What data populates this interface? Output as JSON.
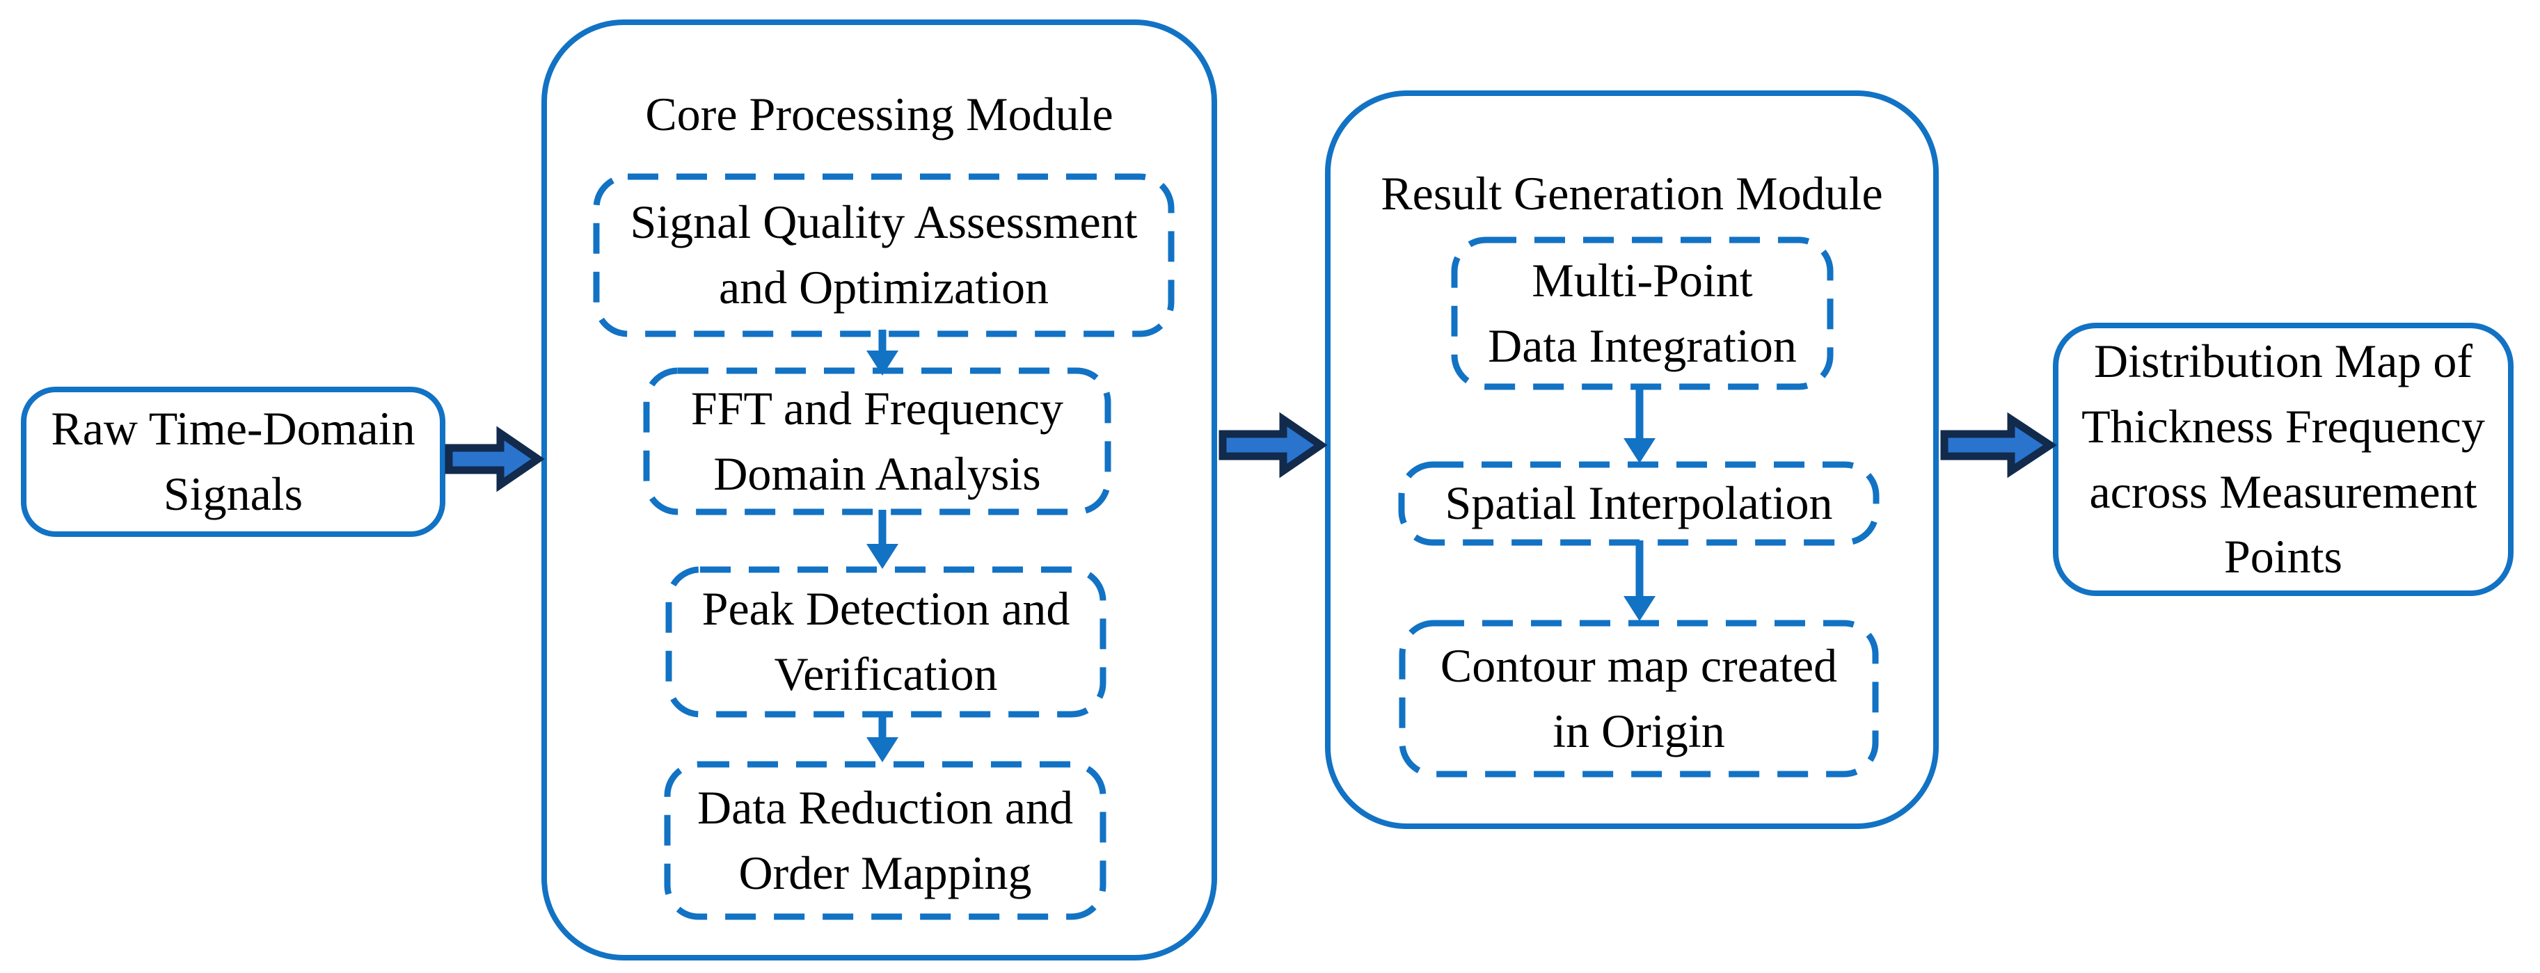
{
  "figure": {
    "background": "#FFFFFF",
    "colors": {
      "line_blue": "#1272C4",
      "arrow_fill": "#2A74CE",
      "arrow_outline": "#122A4C",
      "text_black": "#000000"
    },
    "input_node": {
      "lines": [
        "Raw Time-Domain",
        "Signals"
      ]
    },
    "core_module": {
      "title": "Core Processing Module",
      "steps": [
        {
          "lines": [
            "Signal Quality Assessment",
            "and Optimization"
          ]
        },
        {
          "lines": [
            "FFT and Frequency",
            "Domain Analysis"
          ]
        },
        {
          "lines": [
            "Peak Detection and",
            "Verification"
          ]
        },
        {
          "lines": [
            "Data Reduction and",
            "Order Mapping"
          ]
        }
      ]
    },
    "result_module": {
      "title": "Result Generation Module",
      "steps": [
        {
          "lines": [
            "Multi-Point",
            "Data Integration"
          ]
        },
        {
          "lines": [
            "Spatial Interpolation"
          ]
        },
        {
          "lines": [
            "Contour map created",
            "in Origin"
          ]
        }
      ]
    },
    "output_node": {
      "lines": [
        "Distribution Map of",
        "Thickness Frequency",
        "across Measurement",
        "Points"
      ]
    }
  }
}
